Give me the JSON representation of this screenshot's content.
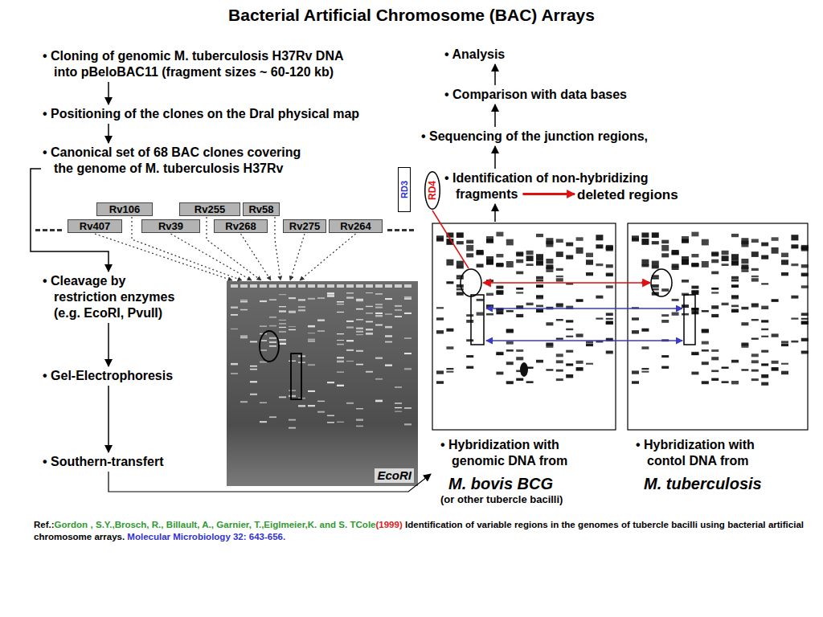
{
  "diagram": {
    "title": "Bacterial Artificial Chromosome (BAC) Arrays",
    "nodes": [
      {
        "text": [
          "• Cloning of genomic M. tuberculosis H37Rv DNA into pBeloBAC11 (fragment sizes ~ 60-120 kb)"
        ]
      },
      {
        "text": [
          "• Positioning of the clones on the DraI physical map"
        ]
      },
      {
        "text": [
          "• Canonical set of 68 BAC clones covering the genome of M. tuberculosis H37Rv"
        ]
      },
      {
        "text": [
          "Rv106"
        ]
      },
      {
        "text": [
          "Rv255"
        ]
      },
      {
        "text": [
          "Rv58"
        ]
      },
      {
        "text": [
          "Rv407"
        ]
      },
      {
        "text": [
          "Rv39"
        ]
      },
      {
        "text": [
          "Rv268"
        ]
      },
      {
        "text": [
          "Rv275"
        ]
      },
      {
        "text": [
          "Rv264"
        ]
      },
      {
        "text": [
          "RD3"
        ]
      },
      {
        "text": [
          "RD4"
        ]
      },
      {
        "text": [
          "• Analysis"
        ]
      },
      {
        "text": [
          "• Comparison with data bases"
        ]
      },
      {
        "text": [
          "• Sequencing of the junction regions,"
        ]
      },
      {
        "text": [
          "• Identification of non-hybridizing fragments"
        ]
      },
      {
        "text": [
          "deleted regions"
        ]
      },
      {
        "text": [
          "• Cleavage by restriction enzymes (e.g. EcoRI, PvuII)"
        ]
      },
      {
        "text": [
          "EcoRI"
        ]
      },
      {
        "text": [
          "• Gel-Electrophoresis"
        ]
      },
      {
        "text": [
          "• Southern-transfert"
        ]
      },
      {
        "text": [
          "• Hybridization with genomic DNA from",
          "M. bovis BCG",
          "(or other tubercle bacilli)"
        ]
      },
      {
        "text": [
          "• Hybridization with contol DNA from",
          "M. tuberculosis"
        ]
      }
    ],
    "edges": [
      {
        "from": 0,
        "to": 1,
        "arrow": "to"
      },
      {
        "from": 1,
        "to": 2,
        "arrow": "to"
      },
      {
        "from": 2,
        "to": 18,
        "arrow": "to"
      },
      {
        "from": 3,
        "to": 19,
        "arrow": "to"
      },
      {
        "from": 4,
        "to": 19,
        "arrow": "to"
      },
      {
        "from": 5,
        "to": 19,
        "arrow": "to"
      },
      {
        "from": 6,
        "to": 19,
        "arrow": "to"
      },
      {
        "from": 7,
        "to": 19,
        "arrow": "to"
      },
      {
        "from": 8,
        "to": 19,
        "arrow": "to"
      },
      {
        "from": 9,
        "to": 19,
        "arrow": "to"
      },
      {
        "from": 10,
        "to": 19,
        "arrow": "to"
      },
      {
        "from": 18,
        "to": 20,
        "arrow": "to"
      },
      {
        "from": 20,
        "to": 21,
        "arrow": "to"
      },
      {
        "from": 21,
        "to": 22,
        "arrow": "to"
      },
      {
        "from": 22,
        "to": 16,
        "arrow": "to"
      },
      {
        "from": 16,
        "to": 17,
        "arrow": "to"
      },
      {
        "from": 16,
        "to": 15,
        "arrow": "to"
      },
      {
        "from": 15,
        "to": 14,
        "arrow": "to"
      },
      {
        "from": 14,
        "to": 13,
        "arrow": "to"
      },
      {
        "from": 12,
        "to": 22,
        "arrow": "none"
      },
      {
        "from": 22,
        "to": 23,
        "arrow": "both"
      },
      {
        "from": 22,
        "to": 23,
        "arrow": "both"
      },
      {
        "from": 22,
        "to": 23,
        "arrow": "both"
      }
    ],
    "labels": [
      "Ref.:",
      "Gordon , S.Y.,Brosch, R., Billault, A., Garnier, T.,Eiglmeier,K. and S. TCole",
      "(1999)",
      "Identification of variable regions in the genomes of tubercle bacilli using bacterial artificial chromosome arrays.",
      "Molecular Microbiology 32: 643-656."
    ]
  }
}
